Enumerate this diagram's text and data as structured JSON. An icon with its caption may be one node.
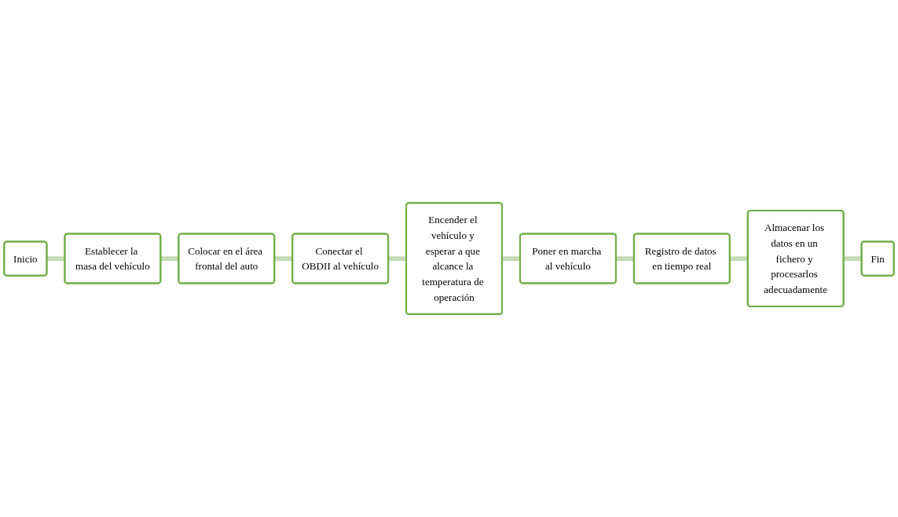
{
  "diagram": {
    "nodes": [
      {
        "text": [
          "Inicio"
        ]
      },
      {
        "text": [
          "Establecer la masa del vehículo"
        ]
      },
      {
        "text": [
          "Colocar en el área frontal del auto"
        ]
      },
      {
        "text": [
          "Conectar el OBDII al vehículo"
        ]
      },
      {
        "text": [
          "Encender el vehículo y esperar a que alcance la temperatura de operación"
        ]
      },
      {
        "text": [
          "Poner en marcha al vehículo"
        ]
      },
      {
        "text": [
          "Registro de datos en tiempo real"
        ]
      },
      {
        "text": [
          "Almacenar los datos en un fichero y procesarlos adecuadamente"
        ]
      },
      {
        "text": [
          "Fin"
        ]
      }
    ],
    "edges": [
      {
        "from": 0,
        "to": 1,
        "arrow": "none"
      },
      {
        "from": 1,
        "to": 2,
        "arrow": "none"
      },
      {
        "from": 2,
        "to": 3,
        "arrow": "none"
      },
      {
        "from": 3,
        "to": 4,
        "arrow": "none"
      },
      {
        "from": 4,
        "to": 5,
        "arrow": "none"
      },
      {
        "from": 5,
        "to": 6,
        "arrow": "none"
      },
      {
        "from": 6,
        "to": 7,
        "arrow": "none"
      },
      {
        "from": 7,
        "to": 8,
        "arrow": "none"
      }
    ]
  }
}
